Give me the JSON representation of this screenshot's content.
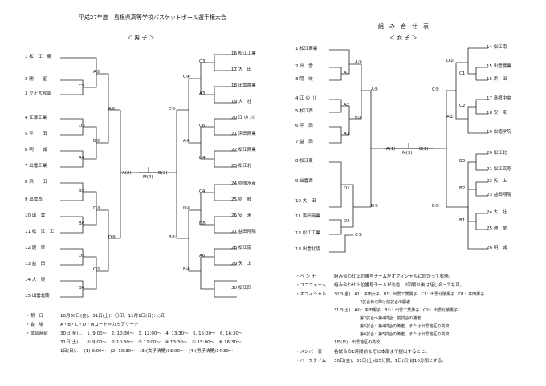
{
  "header": {
    "title": "平成27年度　島根県高等学校バスケットボール選手権大会",
    "bracket_table_title": "組　み　合　せ　表"
  },
  "men": {
    "heading": "＜ 男 子 ＞",
    "left_teams": [
      "1 松　江　東",
      "2 開　　星",
      "3 立正大淞南",
      "4 江津工業",
      "5 平　　田",
      "6 明　　誠",
      "7 出雲工業",
      "8 浜　　田",
      "9 出雲西",
      "10 出　雲",
      "11 松　江　工",
      "12 邇　摩",
      "13 益　田",
      "14 大　東",
      "15 出雲北陵"
    ],
    "right_teams": [
      "16 松江工業",
      "17 大　田",
      "18 出雲農業",
      "19 大　社",
      "20 江 の 川",
      "21 浜田商業",
      "22 松江商業",
      "23 松江北",
      "24 隠岐水産",
      "25 隠　岐",
      "26 安　来",
      "27 益田翔陽",
      "28 松江南",
      "29 矢　上",
      "30 松江西"
    ],
    "game_labels": {
      "c5": "C5",
      "d3": "D3",
      "a4": "A4",
      "b5": "B5",
      "b6": "B6",
      "d5": "D5",
      "b4": "B4",
      "c3": "C3",
      "a3": "A3",
      "c6": "C6",
      "d4": "D4",
      "c4": "C4",
      "d6": "D6",
      "a6": "A6",
      "l_a3": "A③",
      "l_b3": "B③",
      "l_a6": "A⑥",
      "l_d3": "D③",
      "l_c3": "C③",
      "l_d6": "D⑥",
      "r_c4": "C④",
      "r_a4": "A④",
      "r_c6": "C⑥",
      "r_d4": "D④",
      "r_b4": "B④",
      "r_b6": "B⑥",
      "final_left": "A(2)",
      "final_mid": "M(4)",
      "final_right": "B(2)"
    }
  },
  "women": {
    "heading": "＜ 女 子 ＞",
    "left_teams": [
      "1 松江商業",
      "2 出　雲",
      "3 隠　岐",
      "4 江 の 川",
      "5 松江西",
      "6 平　田",
      "7 益　田",
      "8 松江東",
      "9 出雲西",
      "10 大　田",
      "11 浜田商業",
      "12 松江工業",
      "13 出雲北陵"
    ],
    "right_teams": [
      "14 松江南",
      "15 出雲農業",
      "16 浜　田",
      "17 島根中央",
      "18 安　来",
      "19 松徳学院",
      "20 松江北",
      "21 松江高専",
      "22 矢　上",
      "23 益田翔陽",
      "24 大　社",
      "25 邇　摩",
      "26 明　誠"
    ],
    "game_labels": {
      "a1": "A1",
      "a2": "A2",
      "a3": "A3",
      "d1": "D1",
      "d2": "D2",
      "c1": "C1",
      "c2": "C2",
      "b3": "B3",
      "b2": "B2",
      "b1": "B1",
      "l_a1": "A①",
      "l_b1": "B①",
      "l_a5": "A⑤",
      "l_d5": "D⑤",
      "l_c1": "C①",
      "r_d2": "D②",
      "r_a2": "A②",
      "r_c5": "C⑤",
      "r_b5": "B⑤",
      "final_left": "A(1)",
      "final_mid": "M(3)",
      "final_right": "B(1)"
    }
  },
  "notes_left": {
    "schedule_label": "・期　日",
    "schedule_value": "10月30日(金)、31日(土)：〇印、11月1日(日)：◇印",
    "venue_label": "・会　場",
    "venue_value": "A・B・C・D・Mコート＝カミアリーナ",
    "times_label": "・試合時刻",
    "times_30": "30日(金)…　1. 9:00～　2. 10:30～　3. 12:00～　4. 13:30～　5. 15:00～　6. 16:30～",
    "times_31": "31日(土)…　① 9:00～　② 10:30～　③ 12:00～　④ 13:30～　⑤ 15:00～　⑥ 16:30～",
    "times_1": "1日(日)…　(1) 9:00～　(2) 10:30～　(3)(女子決勝)13:00～　(4)(男子決勝)14:30～"
  },
  "notes_right": {
    "bench_label": "・ベ ン チ",
    "bench_value": "組み合わせ上位番号チームがオフィシャルに向かって右側。",
    "uniform_label": "・ユニフォーム",
    "uniform_value": "組み合わせ上位番号チームが淡色、2回戦以後は話し合っても可。",
    "official_label": "・オフィシャル",
    "official_30": "30日(金)…A1：平田女子　B1：出雲工業男子　C1：出雲北陵男子　D1：平田男子",
    "official_30b": "2試合目以降は前試合の勝者",
    "official_31": "31日(土)…A①：平田男子　B①：出雲工業男子　C①：出雲北陵男子",
    "official_31b": "第2試合～第4試合：前試合の勝者",
    "official_31c": "第5試合：第4試合の敗者、または出雲地区の高校",
    "official_31d": "第6試合：第5試合の敗者、または出雲地区の高校",
    "official_1": "1日(日)…出雲地区の高校",
    "member_label": "・メンバー表",
    "member_value": "各試合の1時間前までに本部まで提出すること。",
    "half_label": "・ハーフタイム",
    "half_value": "30日(金)、31日(土)は5分間、1日(日)は10分間とする。"
  }
}
